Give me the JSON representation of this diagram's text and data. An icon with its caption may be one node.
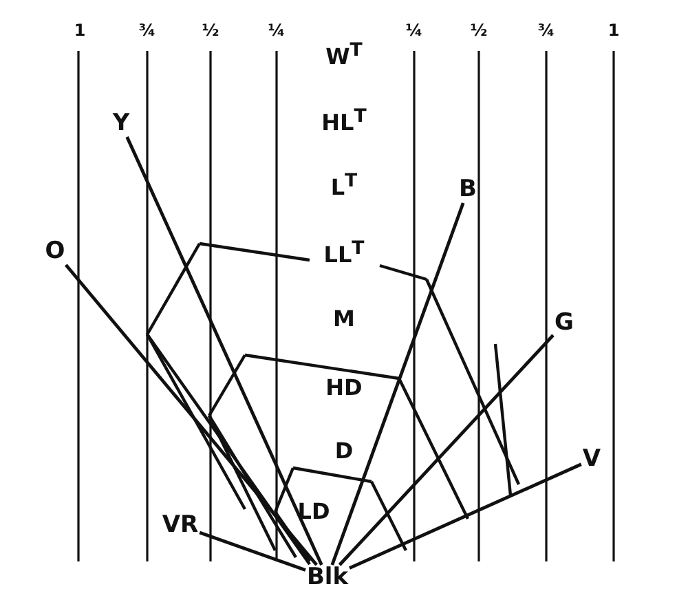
{
  "diagram": {
    "nodes": [
      {
        "text": [
          "Y"
        ]
      },
      {
        "text": [
          "O"
        ]
      },
      {
        "text": [
          "B"
        ]
      },
      {
        "text": [
          "G"
        ]
      },
      {
        "text": [
          "V"
        ]
      },
      {
        "text": [
          "VR"
        ]
      },
      {
        "text": [
          "Blk"
        ]
      }
    ],
    "edges": [
      {
        "from": 0,
        "to": 6,
        "arrow": "none"
      },
      {
        "from": 1,
        "to": 6,
        "arrow": "none"
      },
      {
        "from": 2,
        "to": 6,
        "arrow": "none"
      },
      {
        "from": 3,
        "to": 6,
        "arrow": "none"
      },
      {
        "from": 4,
        "to": 6,
        "arrow": "none"
      },
      {
        "from": 5,
        "to": 6,
        "arrow": "none"
      }
    ],
    "labels": [
      "1",
      "¾",
      "½",
      "¼",
      "W$^{T}$",
      "¼",
      "½",
      "¾",
      "1",
      "HL$^{T}$",
      "L$^{T}$",
      "LL$^{T}$",
      "M",
      "HD",
      "D",
      "LD"
    ]
  }
}
